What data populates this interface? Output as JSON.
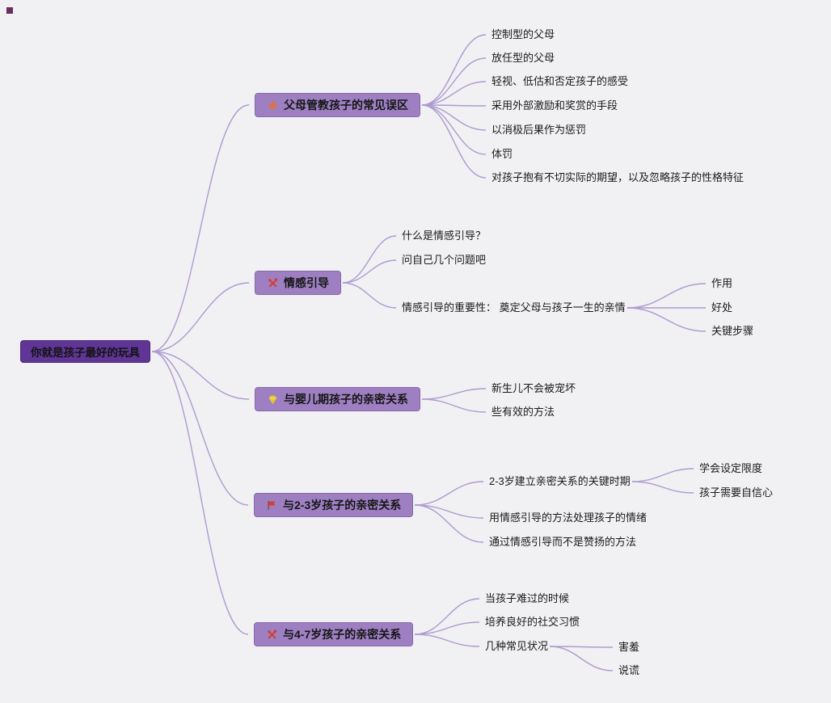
{
  "root": {
    "label": "你就是孩子最好的玩具"
  },
  "branches": [
    {
      "label": "父母管教孩子的常见误区",
      "icon": "star-icon",
      "children": [
        {
          "label": "控制型的父母"
        },
        {
          "label": "放任型的父母"
        },
        {
          "label": "轻视、低估和否定孩子的感受"
        },
        {
          "label": "采用外部激励和奖赏的手段"
        },
        {
          "label": "以消极后果作为惩罚"
        },
        {
          "label": "体罚"
        },
        {
          "label": "对孩子抱有不切实际的期望，以及忽略孩子的性格特征"
        }
      ]
    },
    {
      "label": "情感引导",
      "icon": "tools-icon",
      "children": [
        {
          "label": "什么是情感引导？"
        },
        {
          "label": "问自己几个问题吧"
        },
        {
          "label": "情感引导的重要性： 奠定父母与孩子一生的亲情",
          "children": [
            {
              "label": "作用"
            },
            {
              "label": "好处"
            },
            {
              "label": "关键步骤"
            }
          ]
        }
      ]
    },
    {
      "label": "与婴儿期孩子的亲密关系",
      "icon": "gem-icon",
      "children": [
        {
          "label": "新生儿不会被宠坏"
        },
        {
          "label": "些有效的方法"
        }
      ]
    },
    {
      "label": "与2-3岁孩子的亲密关系",
      "icon": "flag-icon",
      "children": [
        {
          "label": "2-3岁建立亲密关系的关键时期",
          "children": [
            {
              "label": "学会设定限度"
            },
            {
              "label": "孩子需要自信心"
            }
          ]
        },
        {
          "label": "用情感引导的方法处理孩子的情绪"
        },
        {
          "label": "通过情感引导而不是赞扬的方法"
        }
      ]
    },
    {
      "label": "与4-7岁孩子的亲密关系",
      "icon": "tools-icon",
      "children": [
        {
          "label": "当孩子难过的时候"
        },
        {
          "label": "培养良好的社交习惯"
        },
        {
          "label": "几种常见状况",
          "children": [
            {
              "label": "害羞"
            },
            {
              "label": "说谎"
            }
          ]
        }
      ]
    }
  ],
  "colors": {
    "background": "#f1f0f3",
    "root_fill": "#5f3596",
    "branch_fill": "#9e80c2",
    "line": "#ae9bd0",
    "star_icon": "#e2713d",
    "tools_icon": "#d23f31",
    "gem_icon": "#e8c335",
    "flag_icon": "#d23f31"
  }
}
